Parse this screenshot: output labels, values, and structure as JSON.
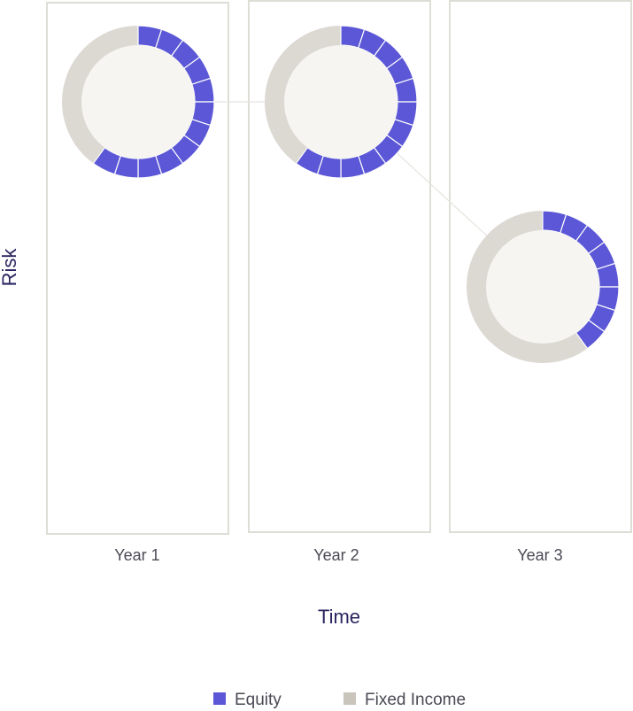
{
  "chart_data": {
    "type": "donut-grid",
    "xlabel": "Time",
    "ylabel": "Risk",
    "categories": [
      "Year 1",
      "Year 2",
      "Year 3"
    ],
    "series": [
      {
        "name": "Equity",
        "color": "#5b57d6"
      },
      {
        "name": "Fixed Income",
        "color": "#c9c5bc"
      }
    ],
    "allocations": [
      {
        "category": "Year 1",
        "risk_level": "high",
        "equity_pct": 60,
        "fixed_income_pct": 40
      },
      {
        "category": "Year 2",
        "risk_level": "high",
        "equity_pct": 60,
        "fixed_income_pct": 40
      },
      {
        "category": "Year 3",
        "risk_level": "medium",
        "equity_pct": 40,
        "fixed_income_pct": 60
      }
    ],
    "legend_position": "bottom",
    "grid": false
  }
}
